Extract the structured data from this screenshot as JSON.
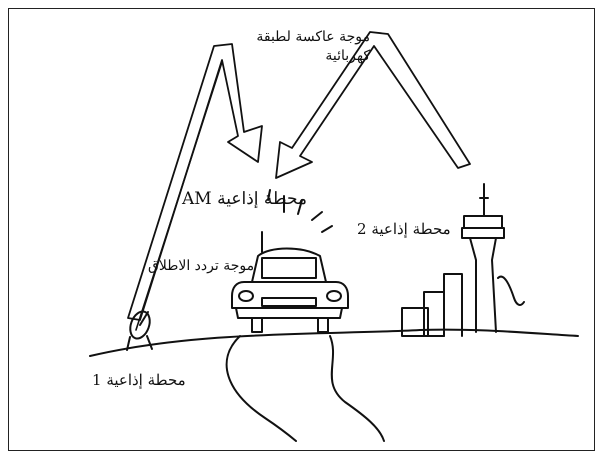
{
  "labels": {
    "ionosphere_line1": "موجة عاكسة لطبقة",
    "ionosphere_line2": "كهربائية",
    "am_station": "محطة إذاعية AM",
    "launch_wave": "موجة تردد الاطلاق",
    "station_2": "محطة إذاعية 2",
    "station_1": "محطة إذاعية 1"
  },
  "icons": [
    "radio-dish-icon",
    "car-icon",
    "radio-tower-icon",
    "building-icon"
  ],
  "colors": {
    "line": "#111111",
    "background": "#ffffff",
    "border": "#222222"
  }
}
